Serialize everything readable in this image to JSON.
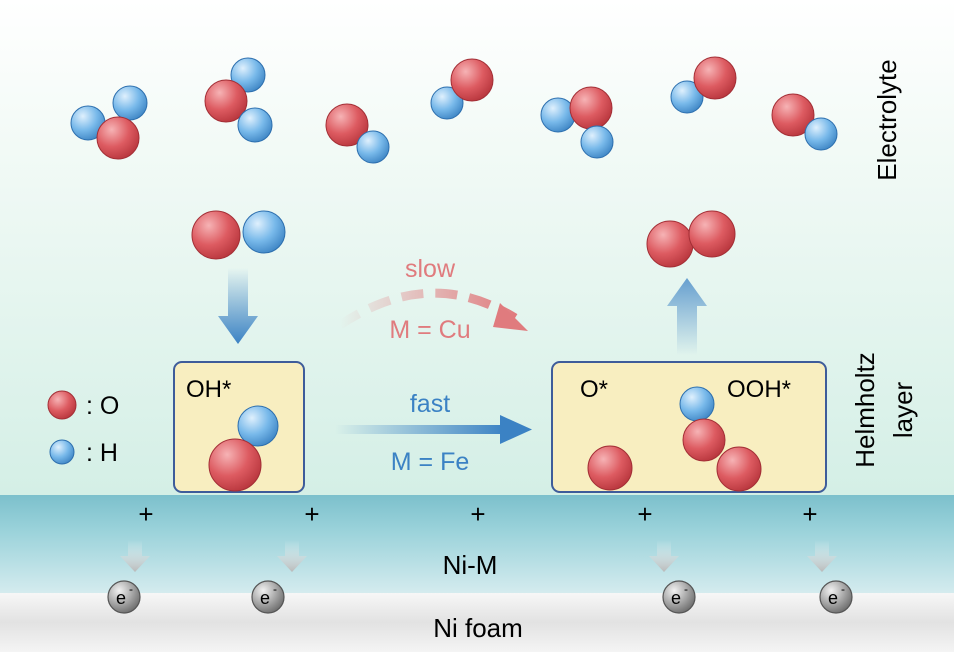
{
  "labels": {
    "electrolyte": "Electrolyte",
    "helmholtz_line1": "Helmholtz",
    "helmholtz_line2": "layer",
    "ni_m": "Ni-M",
    "ni_foam": "Ni foam",
    "oh_star": "OH*",
    "o_star": "O*",
    "ooh_star": "OOH*",
    "slow": "slow",
    "m_cu": "M = Cu",
    "fast": "fast",
    "m_fe": "M = Fe",
    "plus": "+",
    "electron": "e",
    "electron_sup": "-"
  },
  "legend": [
    {
      "symbol": "O",
      "label": ": O",
      "color": "#d9535a"
    },
    {
      "symbol": "H",
      "label": ": H",
      "color": "#6aaee6"
    }
  ],
  "colors": {
    "oxygen": "#d9535a",
    "hydrogen": "#6aaee6",
    "slow_path": "#e07b7e",
    "fast_path": "#3b82c4",
    "adsorbate_box_fill": "#f8eec0",
    "adsorbate_box_stroke": "#3e5c9a",
    "ni_m_layer": "#8ec9d3",
    "ni_foam_layer": "#e4e4e4",
    "electron": "#8a8a8a"
  }
}
